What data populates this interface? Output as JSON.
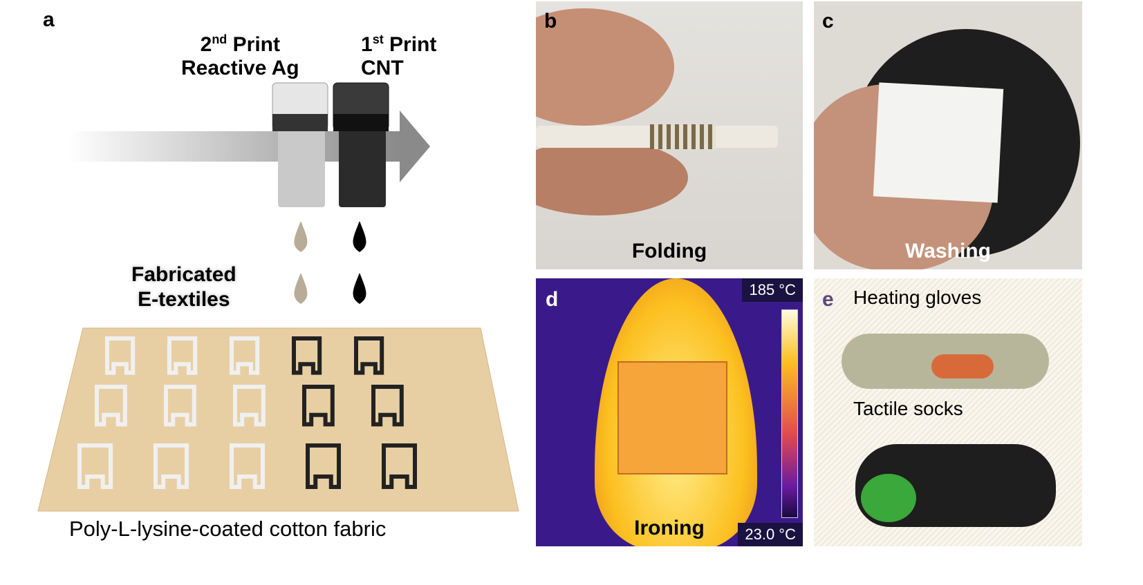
{
  "panel_a": {
    "label": "a",
    "print2": {
      "line1": "2",
      "sup": "nd",
      "line1_rest": " Print",
      "line2": "Reactive Ag"
    },
    "print1": {
      "line1": "1",
      "sup": "st",
      "line1_rest": " Print",
      "line2": "CNT"
    },
    "fabricated": {
      "line1": "Fabricated",
      "line2": "E-textiles"
    },
    "fabric_caption": "Poly-L-lysine-coated cotton fabric"
  },
  "panel_b": {
    "label": "b",
    "caption": "Folding"
  },
  "panel_c": {
    "label": "c",
    "caption": "Washing"
  },
  "panel_d": {
    "label": "d",
    "caption": "Ironing",
    "temp_max": "185 °C",
    "temp_min": "23.0 °C"
  },
  "panel_e": {
    "label": "e",
    "gloves": "Heating gloves",
    "socks": "Tactile socks"
  }
}
